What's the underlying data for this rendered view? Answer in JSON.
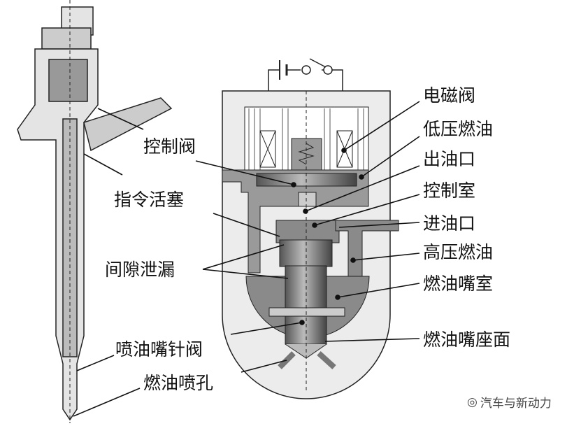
{
  "left_labels": [
    "控制阀",
    "指令活塞",
    "间隙泄漏",
    "喷油嘴针阀",
    "燃油喷孔"
  ],
  "right_labels": [
    "电磁阀",
    "低压燃油",
    "出油口",
    "控制室",
    "进油口",
    "高压燃油",
    "燃油嘴室",
    "燃油嘴座面"
  ],
  "watermark": "汽车与新动力"
}
